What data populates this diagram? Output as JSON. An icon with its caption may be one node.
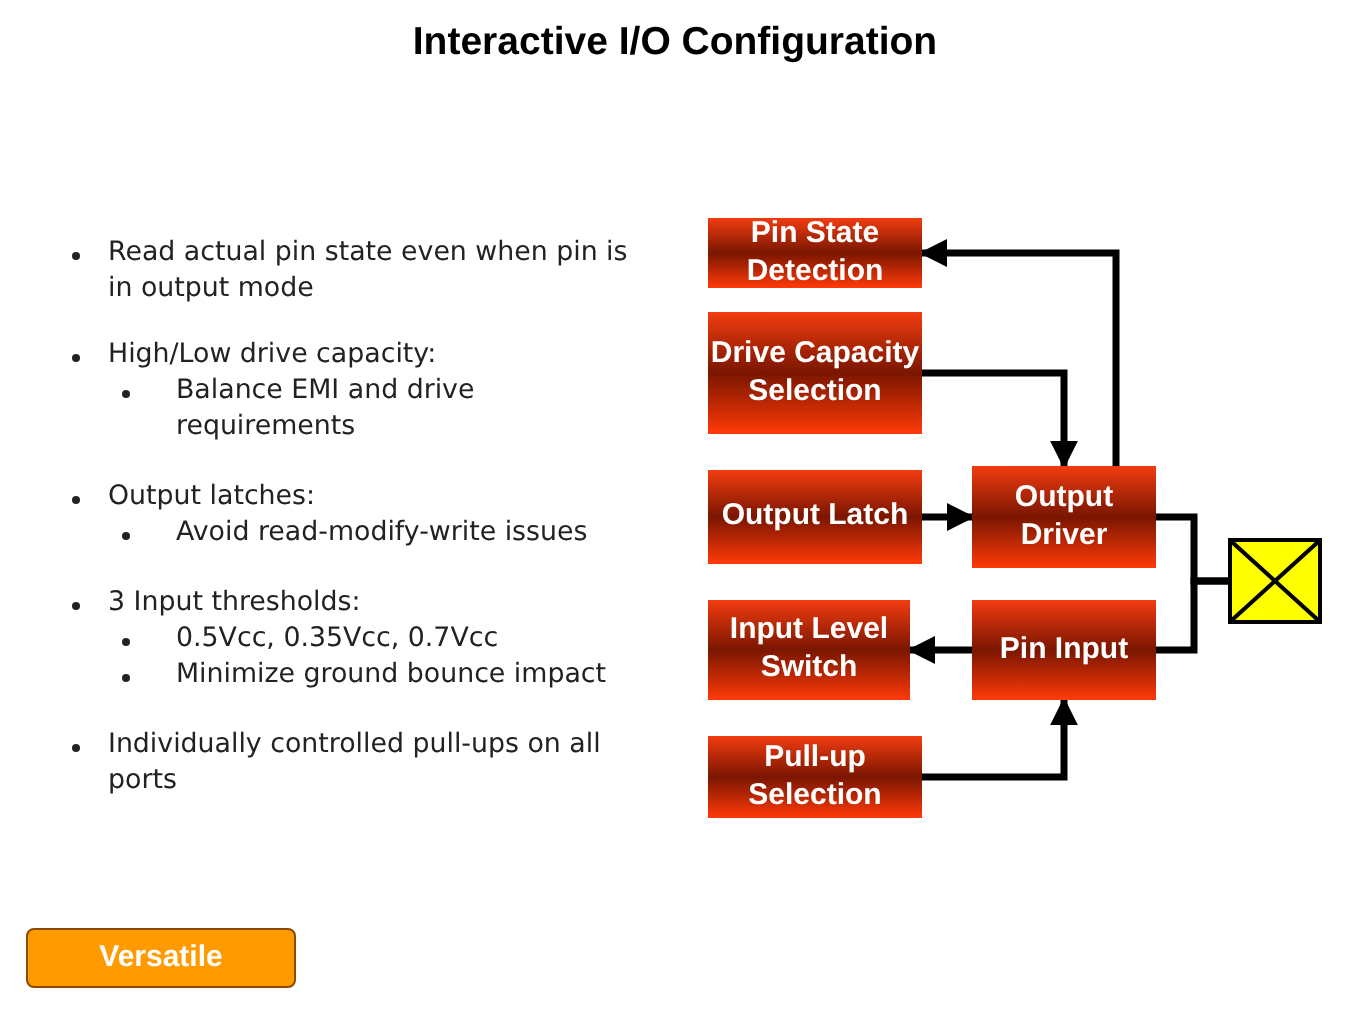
{
  "diagram": {
    "title": "Interactive I/O Configuration",
    "nodes": [
      {
        "text": [
          "Pin State Detection"
        ]
      },
      {
        "text": [
          "Drive Capacity Selection"
        ]
      },
      {
        "text": [
          "Output Latch"
        ]
      },
      {
        "text": [
          "Output Driver"
        ]
      },
      {
        "text": [
          "Input Level Switch"
        ]
      },
      {
        "text": [
          "Pin Input"
        ]
      },
      {
        "text": [
          "Pull-up Selection"
        ]
      },
      {
        "text": [],
        "shape": "box"
      },
      {
        "text": [
          "Versatile"
        ]
      }
    ],
    "edges": [
      {
        "from": 3,
        "to": 0,
        "arrow": "to"
      },
      {
        "from": 1,
        "to": 3,
        "arrow": "to"
      },
      {
        "from": 2,
        "to": 3,
        "arrow": "to"
      },
      {
        "from": 5,
        "to": 4,
        "arrow": "to"
      },
      {
        "from": 6,
        "to": 5,
        "arrow": "to"
      },
      {
        "from": 3,
        "to": 7,
        "arrow": "none"
      },
      {
        "from": 5,
        "to": 7,
        "arrow": "none"
      }
    ],
    "labels": [
      "Read actual pin state even when pin is in output mode",
      "High/Low drive capacity:",
      "Balance EMI and drive requirements",
      "Output latches:",
      "Avoid read-modify-write issues",
      "3 Input thresholds:",
      "0.5Vcc, 0.35Vcc, 0.7Vcc",
      "Minimize ground bounce impact",
      "Individually controlled pull-ups on all ports"
    ]
  }
}
